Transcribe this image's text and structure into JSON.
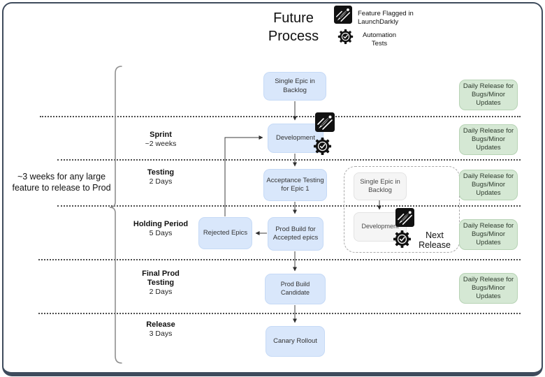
{
  "title": "Future Process",
  "legend": {
    "items": [
      {
        "icon": "launchdarkly-flag-icon",
        "label": "Feature Flagged in LaunchDarkly"
      },
      {
        "icon": "automation-tests-icon",
        "label": "Automation Tests"
      }
    ]
  },
  "side_note": "~3 weeks for any large feature to release to Prod",
  "stages": [
    {
      "name": "Sprint",
      "duration": "~2 weeks"
    },
    {
      "name": "Testing",
      "duration": "2 Days"
    },
    {
      "name": "Holding Period",
      "duration": "5 Days"
    },
    {
      "name": "Final Prod Testing",
      "duration": "2 Days"
    },
    {
      "name": "Release",
      "duration": "3 Days"
    }
  ],
  "flow": {
    "backlog": "Single Epic in Backlog",
    "development": "Development",
    "acceptance": "Acceptance Testing for Epic 1",
    "rejected": "Rejected Epics",
    "prod_build": "Prod Build for Accepted epics",
    "candidate": "Prod Build Candidate",
    "canary": "Canary Rollout"
  },
  "next_release": {
    "backlog": "Single Epic in Backlog",
    "development": "Development",
    "label": "Next Release"
  },
  "daily_release": {
    "label": "Daily Release for Bugs/Minor Updates",
    "count": 5
  },
  "colors": {
    "flow_box_fill": "#d9e7fb",
    "daily_box_fill": "#d5e8d4",
    "daily_box_border": "#b7d3b5",
    "neutral_box_fill": "#f5f5f5",
    "frame_border": "#3e4b5c",
    "icon_black": "#111111"
  }
}
